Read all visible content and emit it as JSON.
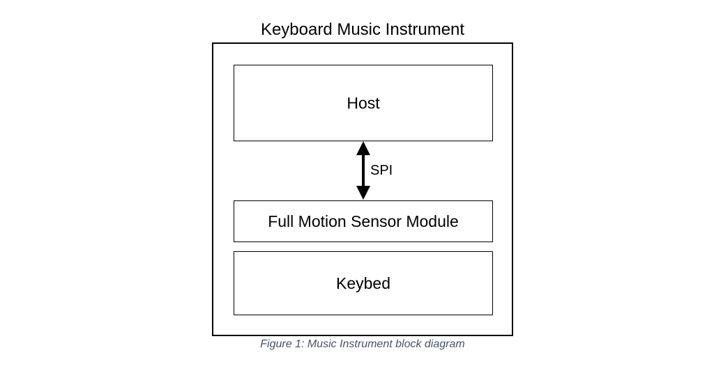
{
  "diagram": {
    "title": "Keyboard Music Instrument",
    "blocks": {
      "host": "Host",
      "full_motion_sensor_module": "Full Motion Sensor Module",
      "keybed": "Keybed"
    },
    "connection_label": "SPI",
    "caption": "Figure 1: Music Instrument block diagram"
  },
  "colors": {
    "line": "#000000",
    "caption": "#44546a"
  }
}
